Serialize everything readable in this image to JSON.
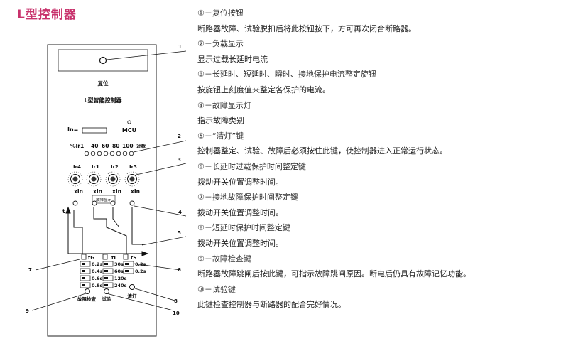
{
  "title": "L型控制器",
  "panel": {
    "reset_label": "复位",
    "name": "L型智能控制器",
    "in_label": "In=",
    "mcu_label": "MCU",
    "ir1_label": "%Ir1",
    "percent_values": [
      "40",
      "60",
      "80",
      "100"
    ],
    "overload_label": "过载",
    "knob_labels": [
      "Ir4",
      "Ir1",
      "Ir2",
      "Ir3"
    ],
    "xin_labels": [
      "xIn",
      "xIn",
      "xIn",
      "xIn"
    ],
    "fault_label": "故障显示",
    "t_label": "t",
    "tg_label": "tG",
    "tl_label": "tL",
    "ts_label": "tS",
    "time_rows": [
      [
        "0.2s",
        "30s",
        "0.2s"
      ],
      [
        "0.4s",
        "60s",
        "0.2s"
      ],
      [
        "0.6s",
        "120s",
        ""
      ],
      [
        "0.8s",
        "240s",
        ""
      ]
    ],
    "bottom_labels": [
      "故障检查",
      "试验",
      "清灯"
    ]
  },
  "callouts": [
    "1",
    "2",
    "3",
    "4",
    "5",
    "6",
    "7",
    "8",
    "9",
    "10"
  ],
  "descriptions": [
    {
      "head": "①－复位按钮",
      "body": "断路器故障、试验脱扣后将此按钮按下，方可再次闭合断路器。"
    },
    {
      "head": "②－负载显示",
      "body": "显示过载长延时电流"
    },
    {
      "head": "③－长延时、短延时、瞬时、接地保护电流整定旋钮",
      "body": "按旋钮上刻度值来整定各保护的电流。"
    },
    {
      "head": "④－故障显示灯",
      "body": "指示故障类别"
    },
    {
      "head": "⑤－“清灯”键",
      "body": "控制器整定、试验、故障后必须按住此键，使控制器进入正常运行状态。"
    },
    {
      "head": "⑥－长延时过载保护时间整定键",
      "body": "拨动开关位置调整时间。"
    },
    {
      "head": "⑦－接地故障保护时间整定键",
      "body": "拨动开关位置调整时间。"
    },
    {
      "head": "⑧－短延时保护时间整定键",
      "body": "拨动开关位置调整时间。"
    },
    {
      "head": "⑨－故障检查键",
      "body": "断路器故障跳闸后按此键，可指示故障跳闸原因。断电后仍具有故障记忆功能。"
    },
    {
      "head": "⑩－试验键",
      "body": "此键检查控制器与断路器的配合完好情况。"
    }
  ]
}
